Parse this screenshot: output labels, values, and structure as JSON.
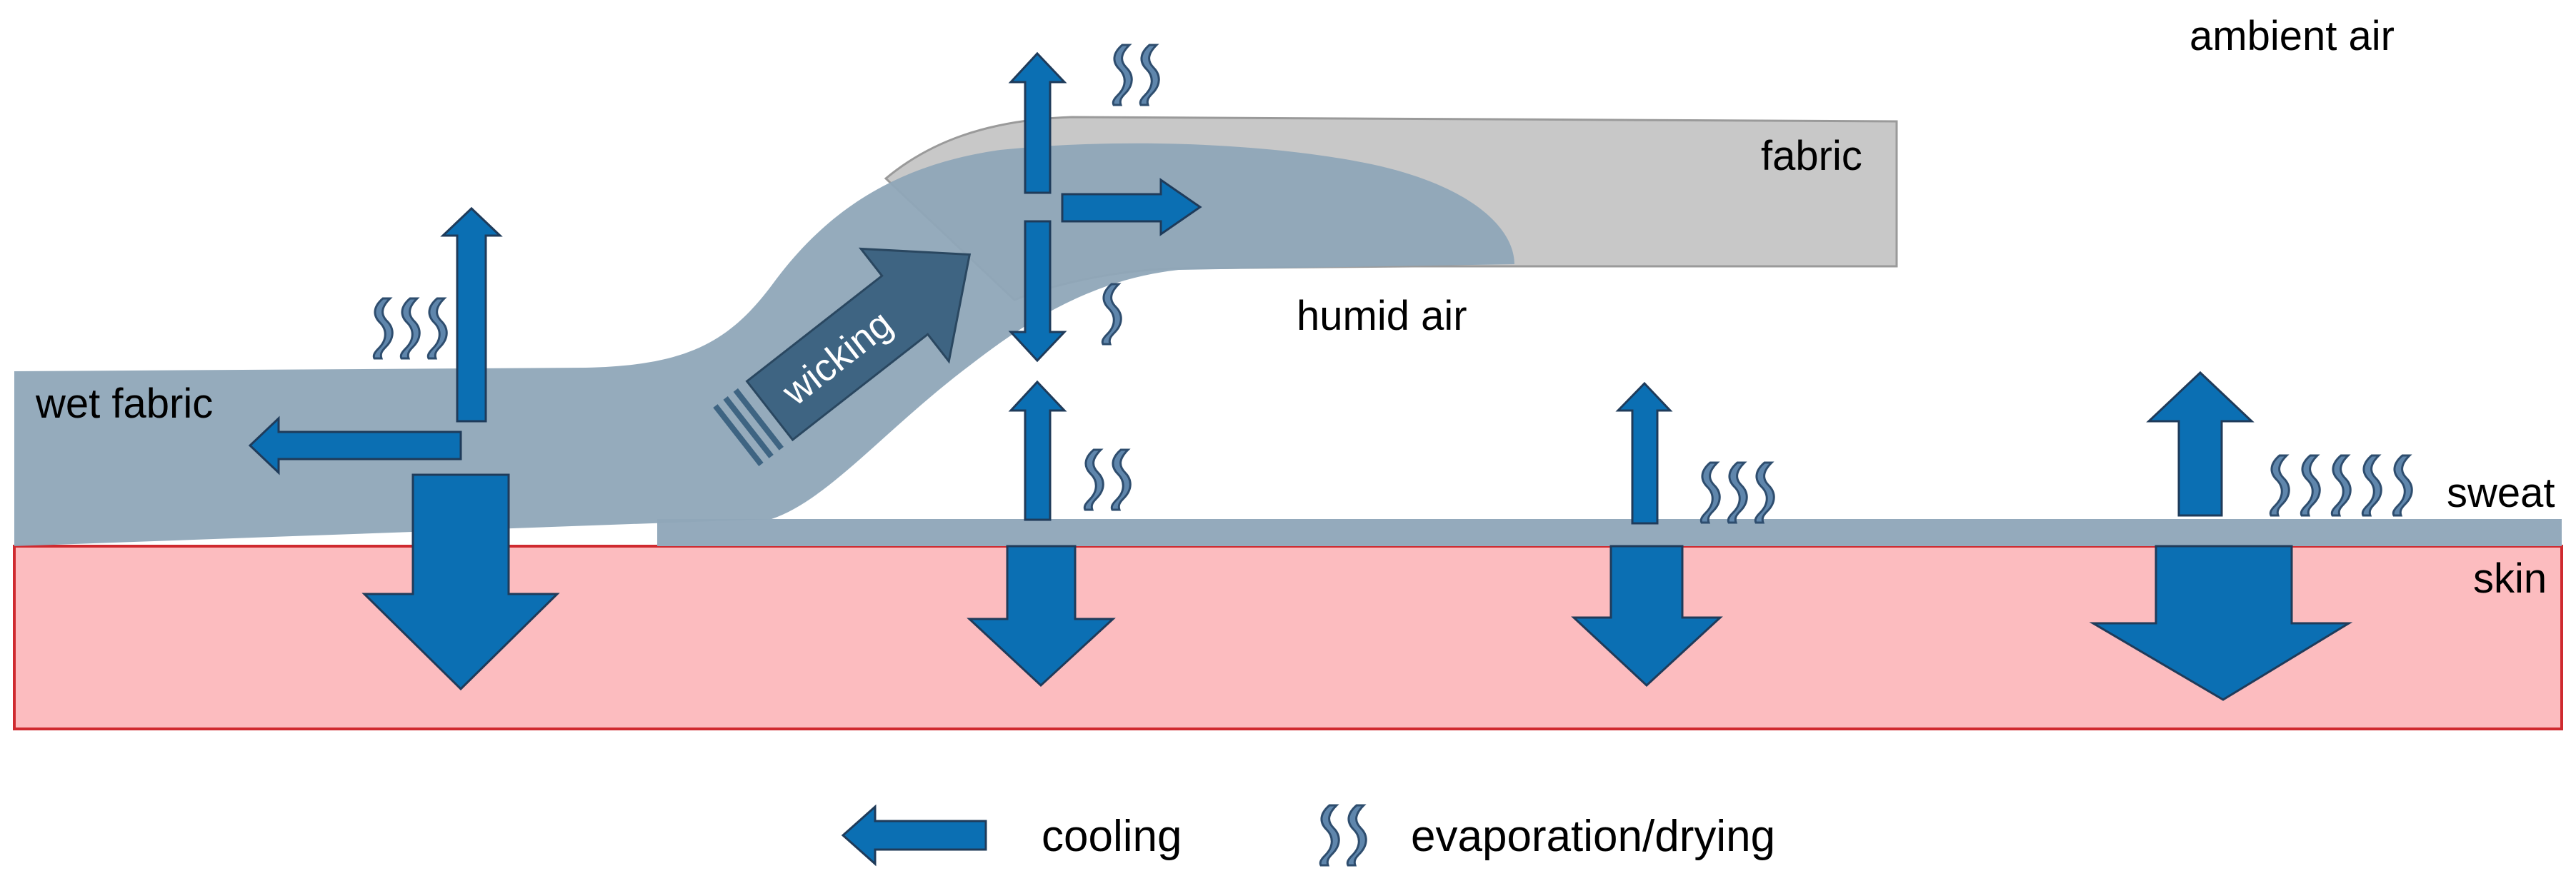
{
  "labels": {
    "ambient_air": "ambient air",
    "fabric": "fabric",
    "humid_air": "humid air",
    "wet_fabric": "wet fabric",
    "wicking": "wicking",
    "sweat": "sweat",
    "skin": "skin"
  },
  "legend": {
    "cooling": "cooling",
    "evaporation": "evaporation/drying"
  },
  "colors": {
    "arrow_blue": "#0b6fb3",
    "arrow_outline": "#1f3b5a",
    "wicking_arrow": "#3e6482",
    "wet_fabric": "#8fa7b8",
    "dry_fabric": "#c8c8c8",
    "sweat_layer": "#94aabc",
    "skin_fill": "#fcbcbf",
    "skin_border": "#cf2a2f",
    "wave": "#5f86ac"
  }
}
